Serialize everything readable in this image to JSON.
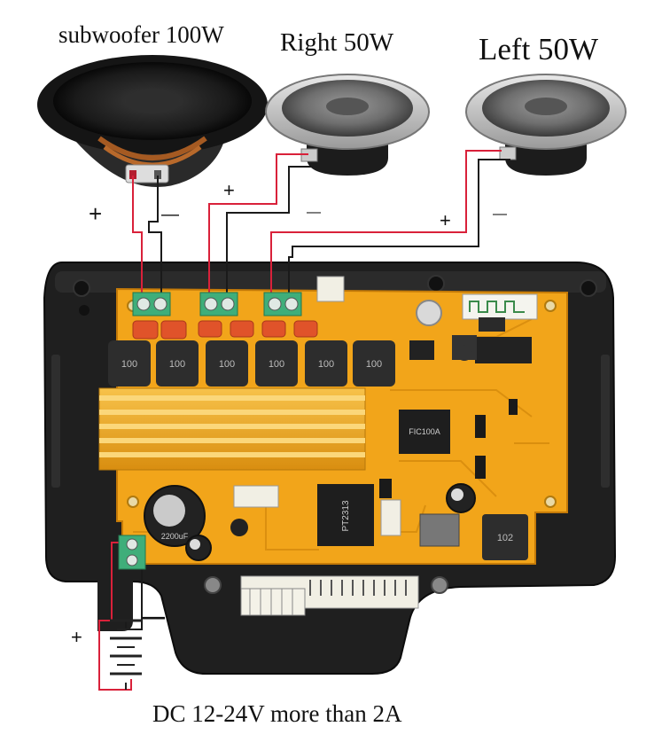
{
  "labels": {
    "subwoofer": "subwoofer 100W",
    "right": "Right 50W",
    "left": "Left 50W",
    "power": "DC 12-24V more than 2A"
  },
  "polarity": {
    "plus": "+",
    "minus": "—"
  },
  "board": {
    "inductor_code": "100",
    "inductor_small_code": "102",
    "chip_main": "FIC100A",
    "chip_controller": "PT2313",
    "capacitor_text": "2200uF"
  },
  "colors": {
    "wire_positive": "#d9213a",
    "wire_negative": "#1a1a1a",
    "pcb": "#f2a51a",
    "enclosure": "#1c1c1c",
    "terminal": "#3fae7a",
    "heatsink": "#f0b62e"
  }
}
